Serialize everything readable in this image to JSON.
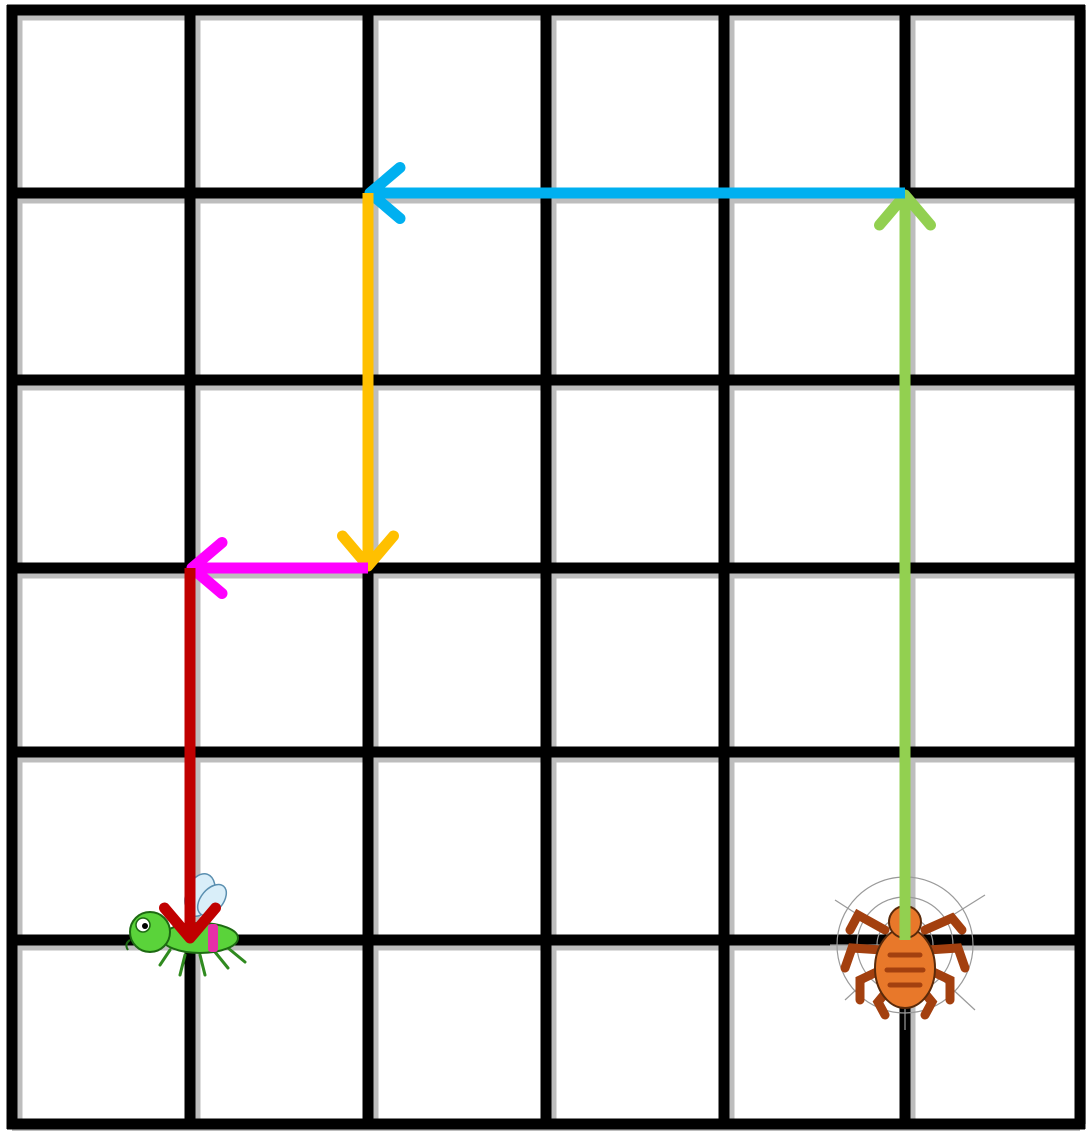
{
  "grid": {
    "columns": 6,
    "rows": 6,
    "line_color": "#000000",
    "shadow_color": "#bdbdbd",
    "background": "#ffffff"
  },
  "path": {
    "start": {
      "node_col": 5,
      "node_row": 5,
      "character": "spider"
    },
    "end": {
      "node_col": 1,
      "node_row": 5,
      "character": "fly"
    },
    "moves": [
      {
        "direction": "up",
        "steps": 4,
        "color": "#92d050"
      },
      {
        "direction": "left",
        "steps": 3,
        "color": "#00b0f0"
      },
      {
        "direction": "down",
        "steps": 2,
        "color": "#ffc000"
      },
      {
        "direction": "left",
        "steps": 1,
        "color": "#ff00ff"
      },
      {
        "direction": "down",
        "steps": 2,
        "color": "#c00000"
      }
    ]
  },
  "characters": {
    "spider": {
      "icon": "spider-on-web-icon",
      "body_color": "#e8782a",
      "stripe_color": "#a3400f",
      "web_color": "#9a9a9a"
    },
    "fly": {
      "icon": "green-fly-icon",
      "body_color": "#5ad33a",
      "stripe_color": "#e62fa8",
      "wing_color": "#d9eef9"
    }
  }
}
